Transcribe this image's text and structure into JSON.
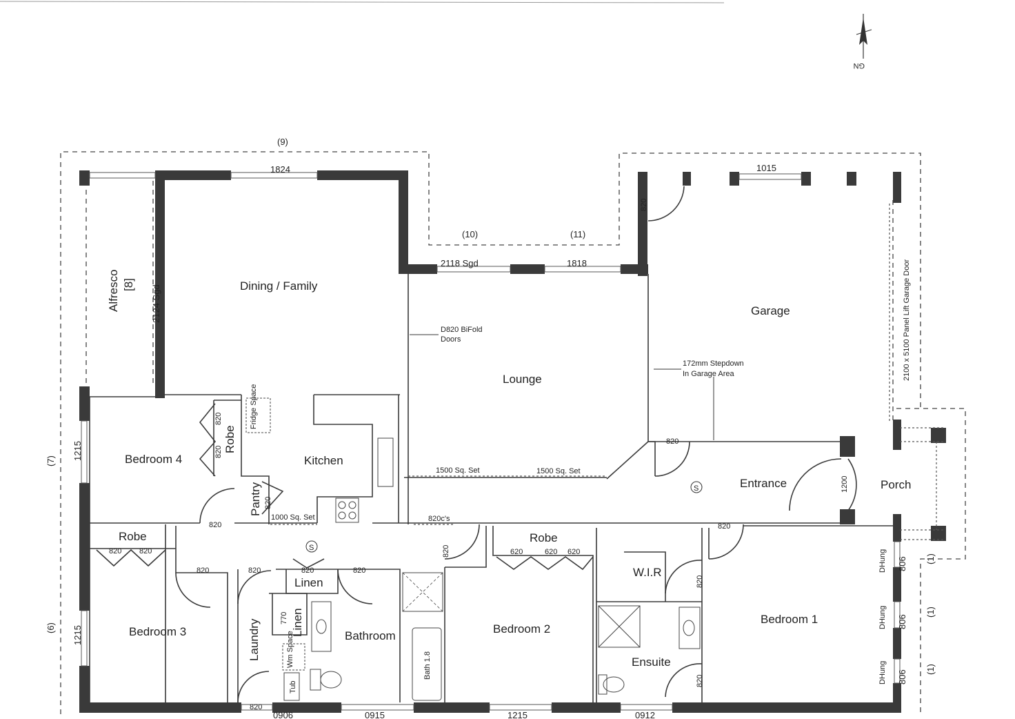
{
  "rooms": {
    "alfresco": "Alfresco",
    "alfresco_no": "[8]",
    "dining": "Dining / Family",
    "lounge": "Lounge",
    "garage": "Garage",
    "bedroom4": "Bedroom 4",
    "kitchen": "Kitchen",
    "entrance": "Entrance",
    "porch": "Porch",
    "bedroom3": "Bedroom 3",
    "laundry": "Laundry",
    "bathroom": "Bathroom",
    "bedroom2": "Bedroom 2",
    "bedroom1": "Bedroom 1",
    "ensuite": "Ensuite",
    "wir": "W.I.R",
    "robe_b4": "Robe",
    "robe_b3": "Robe",
    "robe_b2": "Robe",
    "linen_1": "Linen",
    "linen_2": "Linen",
    "pantry": "Pantry",
    "fridge": "Fridge Space",
    "wm_space": "Wm Space",
    "tub": "Tub",
    "bath": "Bath 1.8"
  },
  "labels": {
    "bifold": "D820 BiFold",
    "bifold2": "Doors",
    "stepdown": "172mm Stepdown",
    "stepdown2": "In Garage Area",
    "garage_door": "2100 x 5100 Panel Lift Garage Door",
    "set1": "1500 Sq. Set",
    "set2": "1500 Sq. Set",
    "set3": "1000 Sq. Set",
    "sgd_top": "2118  Sgd",
    "sgd_alfresco": "2124 Sgd",
    "doors_820s": "820c's",
    "north": "GN",
    "smoke": "S"
  },
  "dimensions": {
    "win_dining": "1824",
    "win_garage": "1015",
    "win_lounge": "1818",
    "win_bed4": "1215",
    "win_bed3": "1215",
    "win_laundry": "0906",
    "win_bath": "0915",
    "win_bed2": "1215",
    "win_ensuite": "0912",
    "door_garage": "820",
    "door_garage_entry": "820",
    "door_entry": "1200",
    "door_bed4": "820",
    "robe_b4_a": "820",
    "robe_b4_b": "820",
    "pantry_door": "820",
    "robe_b3_a": "820",
    "robe_b3_b": "820",
    "door_bed3": "820",
    "door_laundry": "820",
    "door_linen": "820",
    "door_bath": "820",
    "door_bed2": "820",
    "robe_b2_a": "620",
    "robe_b2_b": "620",
    "robe_b2_c": "620",
    "door_bed1": "820",
    "door_wir": "820",
    "door_ensuite": "820",
    "laundry_ext": "820",
    "linen_770": "770",
    "dhung_1": "806",
    "dhung_2": "806",
    "dhung_3": "806",
    "dhung_label": "DHung"
  },
  "ext_areas": {
    "a9": "(9)",
    "a10": "(10)",
    "a11": "(11)",
    "a7": "(7)",
    "a6": "(6)",
    "a1a": "(1)",
    "a1b": "(1)",
    "a1c": "(1)"
  }
}
